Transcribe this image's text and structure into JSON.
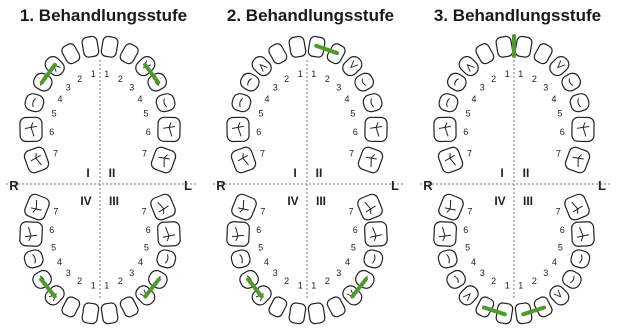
{
  "stages": [
    {
      "title": "1. Behandlungsstufe",
      "markers": [
        "U-R3",
        "U-L3",
        "L-R3",
        "L-L3"
      ]
    },
    {
      "title": "2. Behandlungsstufe",
      "markers": [
        "U-L1",
        "L-R3",
        "L-L3"
      ]
    },
    {
      "title": "3. Behandlungsstufe",
      "markers": [
        "U-mid",
        "L-R1",
        "L-L1"
      ]
    }
  ],
  "labels": {
    "right": "R",
    "left": "L",
    "q1": "I",
    "q2": "II",
    "q3": "III",
    "q4": "IV"
  },
  "tooth_numbers": [
    "1",
    "2",
    "3",
    "4",
    "5",
    "6",
    "7"
  ],
  "colors": {
    "marker": "#4e9a2c",
    "outline": "#222222",
    "axis": "#777777"
  }
}
